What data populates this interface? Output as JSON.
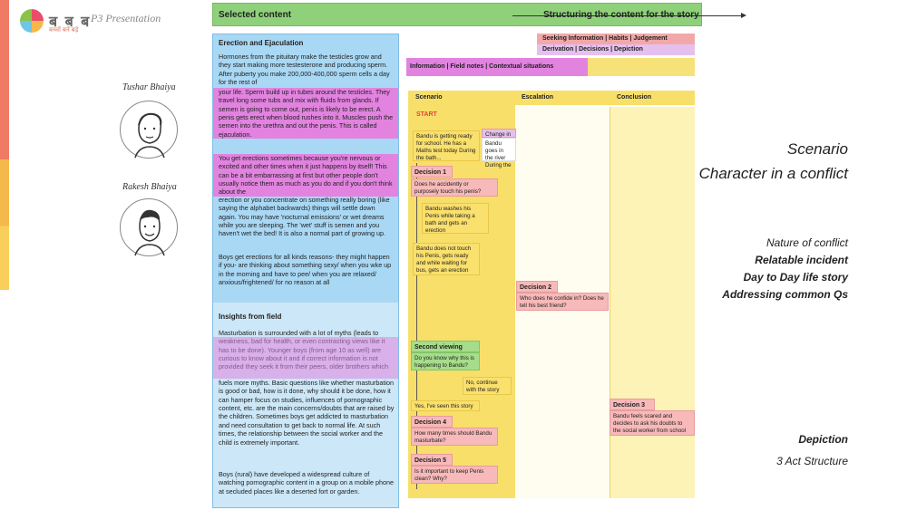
{
  "header": {
    "brand": "ब ब ब",
    "brand_tagline": "बच्चों बनें बड़े",
    "deck_title": "P3 Presentation"
  },
  "people": [
    {
      "name": "Tushar Bhaiya"
    },
    {
      "name": "Rakesh Bhaiya"
    }
  ],
  "flow": {
    "left_label": "Selected content",
    "right_label": "Structuring the content for the story"
  },
  "content": {
    "section1_title": "Erection and Ejaculation",
    "p1a": "Hormones from the pituitary make the testicles grow and they start making more testesterone and producing sperm. After puberty you make 200,000-400,000 sperm cells a day for the rest of",
    "p1b": "your life. Sperm build up in tubes around the testicles. They travel long some tubs and mix with fluids from glands. If semen is going to come out, penis is likely to be erect. A penis gets erect when blood rushes into it. Muscles push the semen into the urethra and out the penis. This is called ejaculation.",
    "p2a": "You get erections sometimes because you're nervous or excited and other times when it just happens by itself! This can be a bit embarrassing at first but other people don't usually notice them as much as you do and if you don't think about the",
    "p2b": "erection or you concentrate on something really boring (like saying the alphabet backwards) things will settle down again. You may have 'nocturnal emissions' or wet dreams while you are sleeping. The 'wet' stuff is semen and you haven't wet the bed! It is also a normal part of growing up.",
    "p3": "Boys get erections for all kinds reasons- they might happen if you- are thinking about something sexy/ when you wke up in the morning and have to pee/ when you are relaxed/ anxious/frightened/ for no reason at all",
    "section2_title": "Insights from field",
    "p4a": "Masturbation is surrounded with a lot of myths (leads to weakness, bad for health, or even contrasting views like it has to be done). Younger boys (from age 10 as well) are curious to know about it and if correct information is not provided they seek it from their peers, older brothers which",
    "p4b": "fuels more myths. Basic questions like whether masturbation is good or bad, how is it done, why should it be done, how it can hamper focus on studies, influences of pornographic content, etc. are the main concerns/doubts that are raised by the children. Sometimes boys get addicted to masturbation and need consultation to get back to normal life. At such times, the relationship between the social worker and the child is extremely important.",
    "p5": "Boys (rural) have developed a widespread culture of watching pornographic content in a group on a mobile phone at secluded places like a deserted fort or garden."
  },
  "tags": {
    "pink_row": "Seeking Information  |  Habits  |  Judgement",
    "purple_row": "Derivation     |     Decisions     |     Depiction",
    "info_row": "Information   |   Field notes   |   Contextual situations"
  },
  "columns": {
    "scenario": "Scenario",
    "escalation": "Escalation",
    "conclusion": "Conclusion"
  },
  "story": {
    "start": "START",
    "c1": "Bandu is getting ready for school. He has a Maths test today During the bath...",
    "c1b_head": "Change in",
    "c1b": "Bandu goes in the river During the",
    "d1": "Decision 1",
    "d1q": "Does he accidently or purposely touch his penis?",
    "c2": "Bandu washes his Penis while taking a bath and gets an erection",
    "c3": "Bandu does not touch his Penis, gets ready and while waiting for bus, gets an erection",
    "d2": "Decision 2",
    "d2q": "Who does he confide in? Does he tell his best friend?",
    "sv": "Second viewing",
    "svq": "Do you know why this is happening to Bandu?",
    "no": "No, continue with the story",
    "yes": "Yes, I've seen this story",
    "d4": "Decision 4",
    "d4q": "How many times should Bandu masturbate?",
    "d5": "Decision 5",
    "d5q": "Is it important to keep Penis clean? Why?",
    "d3": "Decision 3",
    "d3q": "Bandu feels scared and decides to ask his doubts to the social worker from school"
  },
  "right": {
    "title1": "Scenario",
    "title2": "Character in a conflict",
    "l1": "Nature of conflict",
    "l2": "Relatable incident",
    "l3": "Day to Day life story",
    "l4": "Addressing common Qs",
    "l5": "Depiction",
    "l6": "3 Act Structure"
  }
}
